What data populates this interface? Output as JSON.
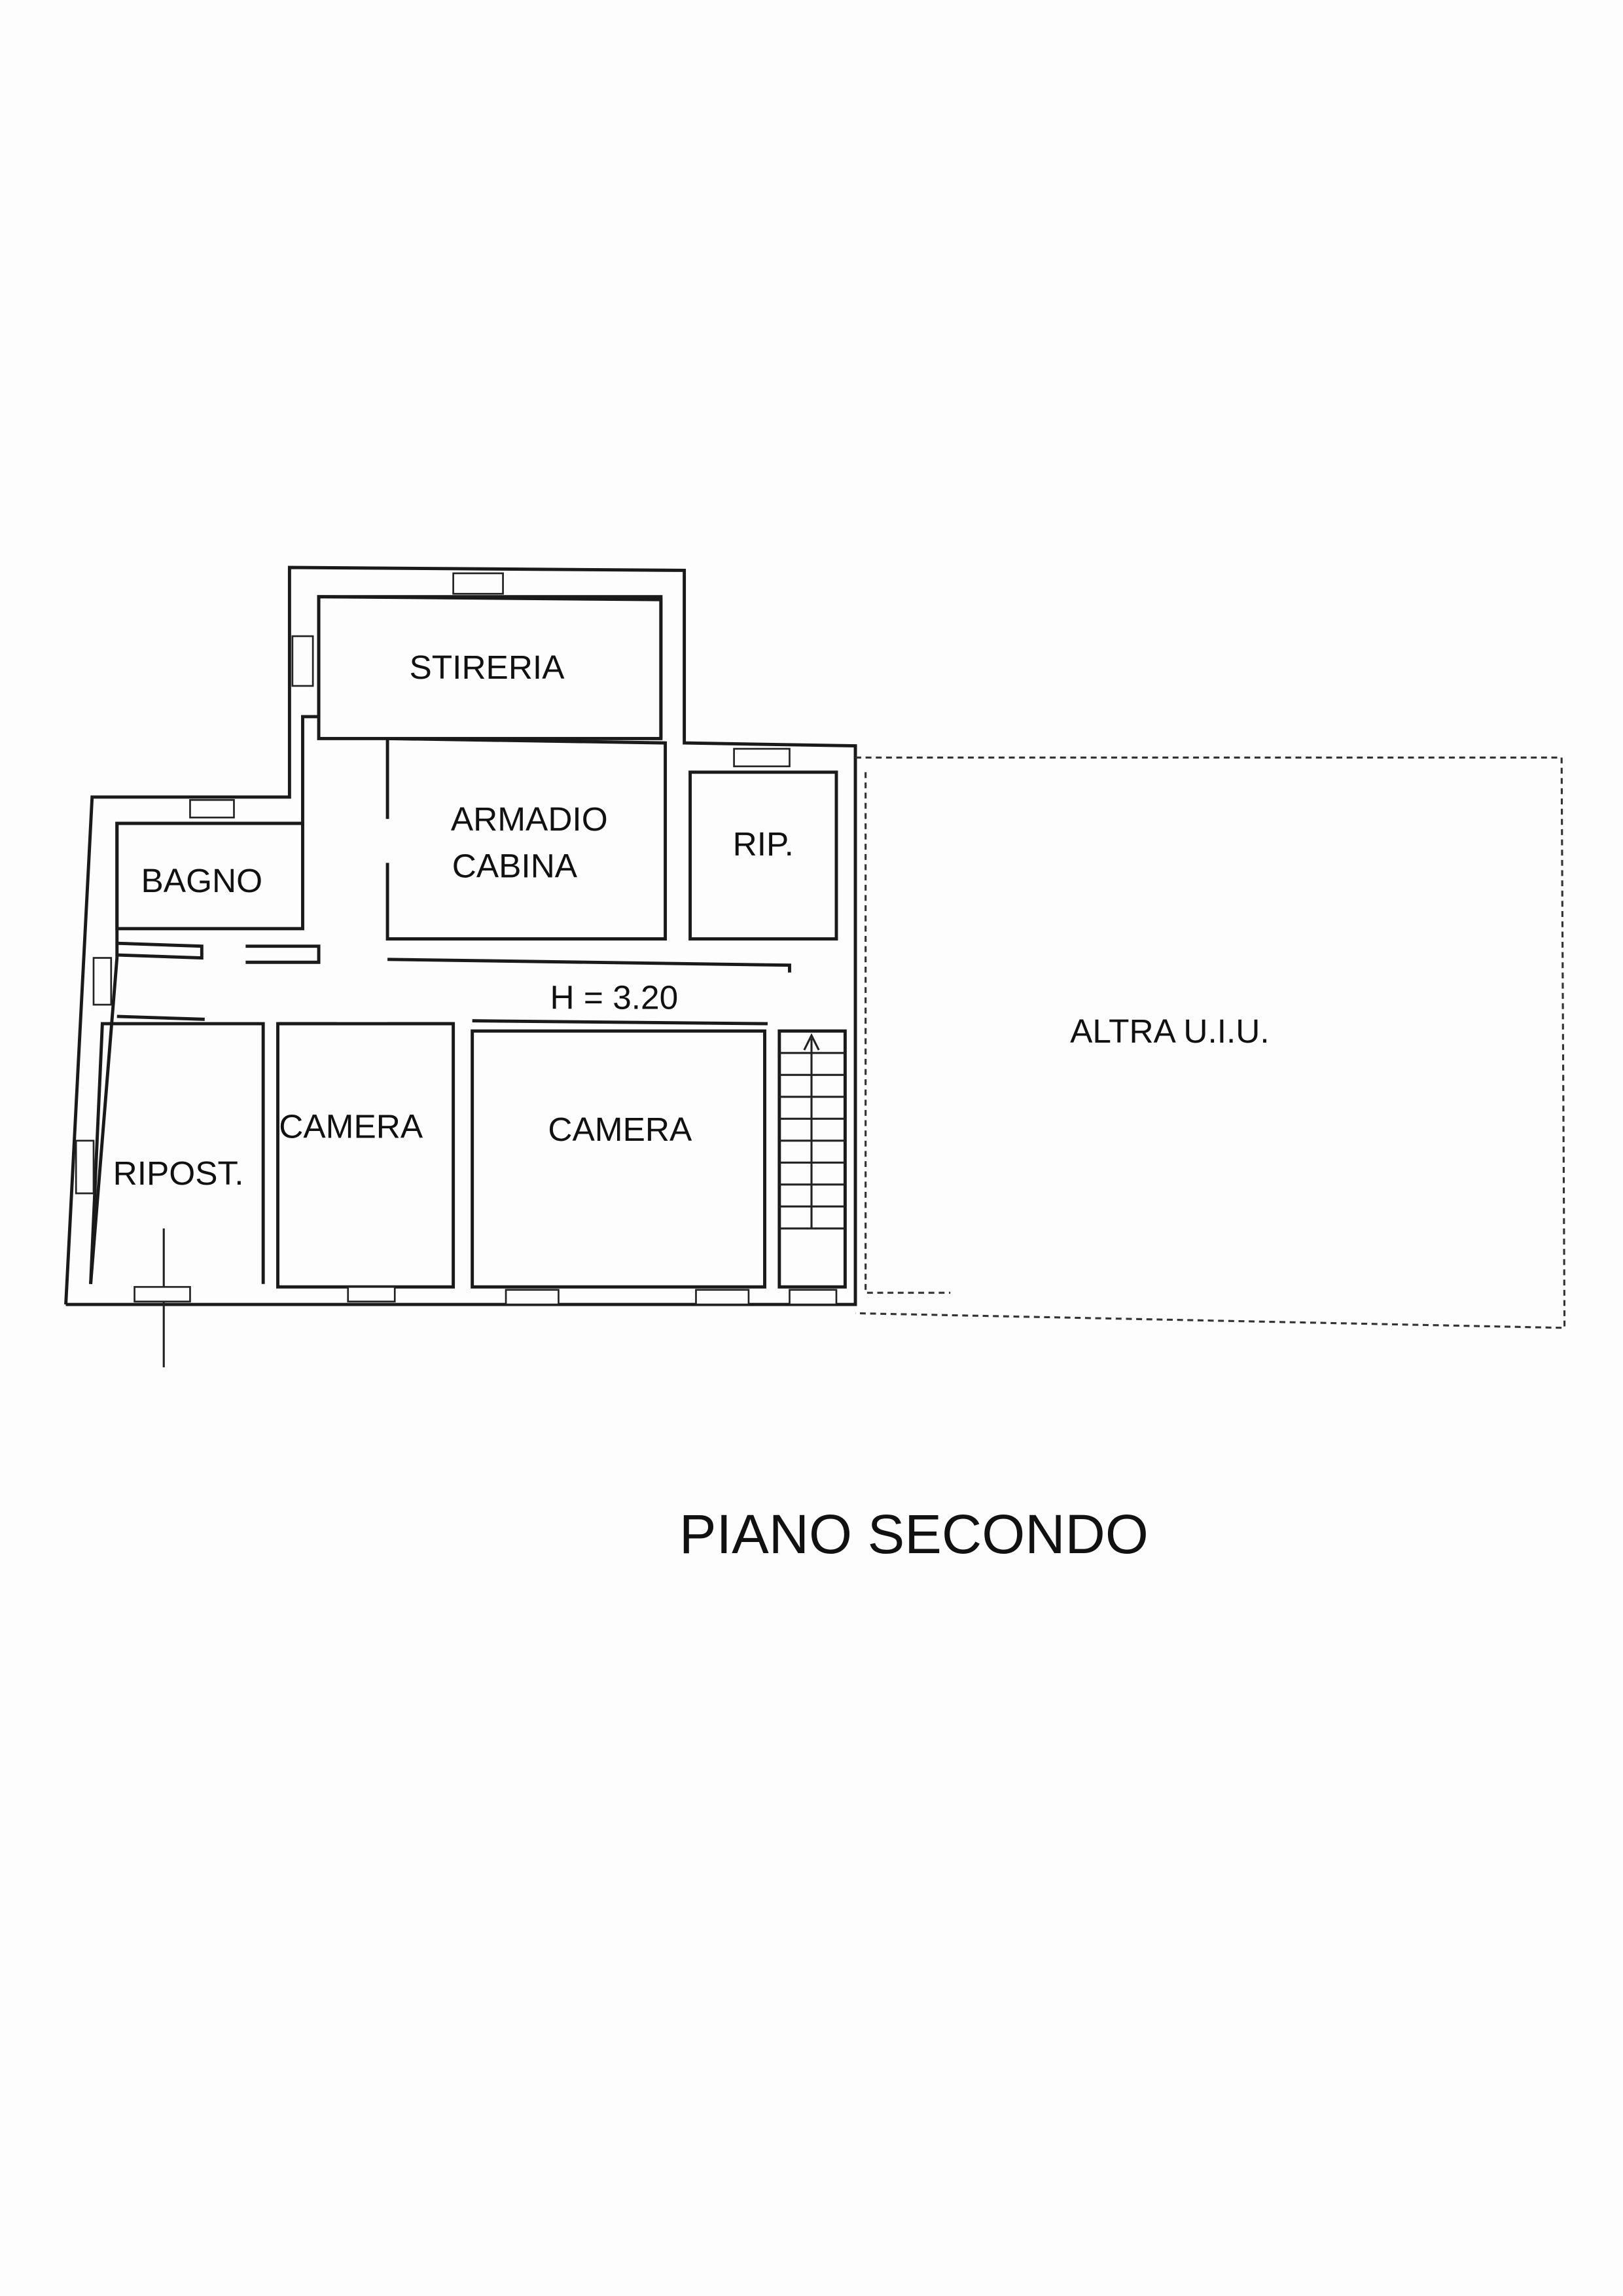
{
  "title": "PIANO SECONDO",
  "height_note": "H = 3.20",
  "rooms": {
    "stireria": "STIRERIA",
    "armadio_line1": "ARMADIO",
    "armadio_line2": "CABINA",
    "rip": "RIP.",
    "bagno": "BAGNO",
    "camera_small": "CAMERA",
    "camera_large": "CAMERA",
    "riposto": "RIPOST.",
    "altra_uiu": "ALTRA U.I.U."
  }
}
